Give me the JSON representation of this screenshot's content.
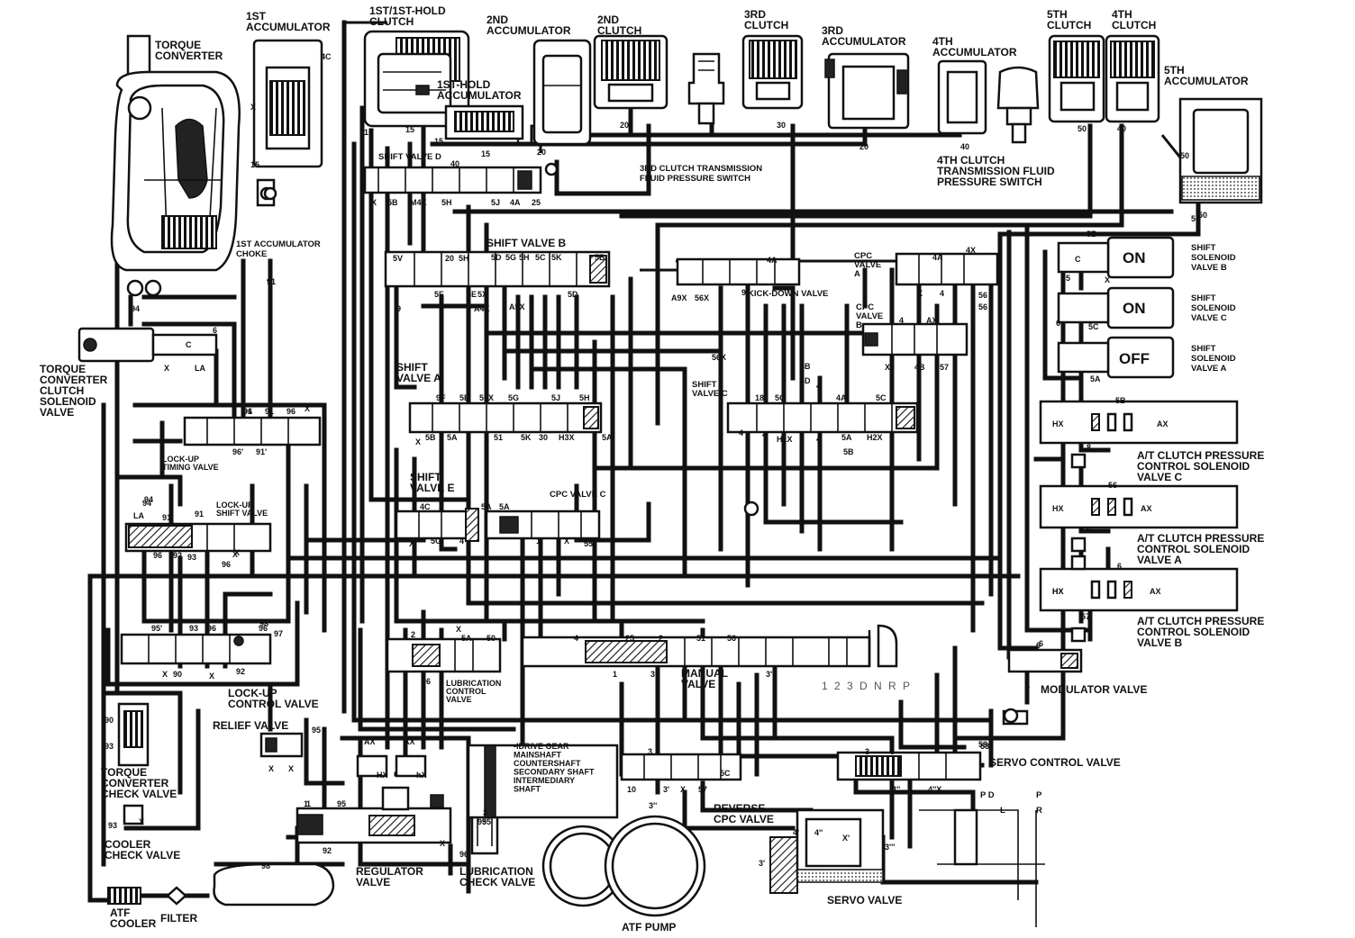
{
  "components": {
    "torque_converter": [
      "TORQUE",
      "CONVERTER"
    ],
    "first_accumulator": [
      "1ST",
      "ACCUMULATOR"
    ],
    "first_hold_clutch": [
      "1ST/1ST-HOLD",
      "CLUTCH"
    ],
    "second_accumulator": [
      "2ND",
      "ACCUMULATOR"
    ],
    "second_clutch": [
      "2ND",
      "CLUTCH"
    ],
    "third_clutch": [
      "3RD",
      "CLUTCH"
    ],
    "third_accumulator": [
      "3RD",
      "ACCUMULATOR"
    ],
    "fourth_accumulator": [
      "4TH",
      "ACCUMULATOR"
    ],
    "fifth_clutch": [
      "5TH",
      "CLUTCH"
    ],
    "fourth_clutch": [
      "4TH",
      "CLUTCH"
    ],
    "fifth_accumulator": [
      "5TH",
      "ACCUMULATOR"
    ],
    "first_hold_accumulator": [
      "1ST-HOLD",
      "ACCUMULATOR"
    ],
    "shift_valve_d": "SHIFT VALVE D",
    "third_clutch_pressure_switch": [
      "3RD CLUTCH TRANSMISSION",
      "FLUID PRESSURE SWITCH"
    ],
    "fourth_clutch_pressure_switch": [
      "4TH CLUTCH",
      "TRANSMISSION FLUID",
      "PRESSURE SWITCH"
    ],
    "first_accumulator_choke": [
      "1ST ACCUMULATOR",
      "CHOKE"
    ],
    "shift_valve_b": "SHIFT VALVE B",
    "kick_down_valve": "KICK-DOWN VALVE",
    "cpc_valve_a": [
      "CPC",
      "VALVE",
      "A"
    ],
    "cpc_valve_b": [
      "CPC",
      "VALVE",
      "B"
    ],
    "shift_valve_a": [
      "SHIFT",
      "VALVE A"
    ],
    "shift_valve_c": [
      "SHIFT",
      "VALVE C"
    ],
    "shift_valve_e": [
      "SHIFT",
      "VALVE E"
    ],
    "cpc_valve_c": "CPC VALVE C",
    "torque_converter_clutch_solenoid": [
      "TORQUE",
      "CONVERTER",
      "CLUTCH",
      "SOLENOID",
      "VALVE"
    ],
    "lock_up_timing_valve": [
      "LOCK-UP",
      "TIMING VALVE"
    ],
    "lock_up_shift_valve": [
      "LOCK-UP",
      "SHIFT VALVE"
    ],
    "lock_up_control_valve": [
      "LOCK-UP",
      "CONTROL VALVE"
    ],
    "relief_valve": "RELIEF VALVE",
    "torque_converter_check_valve": [
      "TORQUE",
      "CONVERTER",
      "CHECK VALVE"
    ],
    "cooler_check_valve": [
      "COOLER",
      "CHECK VALVE"
    ],
    "atf_cooler": [
      "ATF",
      "COOLER"
    ],
    "filter": "FILTER",
    "regulator_valve": [
      "REGULATOR",
      "VALVE"
    ],
    "lubrication_check_valve": [
      "LUBRICATION",
      "CHECK VALVE"
    ],
    "atf_pump": "ATF PUMP",
    "lubrication_control_valve": [
      "LUBRICATION",
      "CONTROL",
      "VALVE"
    ],
    "manual_valve": [
      "MANUAL",
      "VALVE"
    ],
    "reverse_cpc_valve": [
      "REVERSE",
      "CPC VALVE"
    ],
    "servo_control_valve": "SERVO CONTROL VALVE",
    "servo_valve": "SERVO VALVE",
    "modulator_valve": "MODULATOR VALVE",
    "shift_solenoid_b": [
      "SHIFT",
      "SOLENOID",
      "VALVE B"
    ],
    "shift_solenoid_c": [
      "SHIFT",
      "SOLENOID",
      "VALVE C"
    ],
    "shift_solenoid_a": [
      "SHIFT",
      "SOLENOID",
      "VALVE A"
    ],
    "atcps_c": [
      "A/T CLUTCH PRESSURE",
      "CONTROL SOLENOID",
      "VALVE C"
    ],
    "atcps_a": [
      "A/T CLUTCH PRESSURE",
      "CONTROL SOLENOID",
      "VALVE A"
    ],
    "atcps_b": [
      "A/T CLUTCH PRESSURE",
      "CONTROL SOLENOID",
      "VALVE B"
    ],
    "shafts": [
      "-IDRIVE GEAR",
      "MAINSHAFT",
      "COUNTERSHAFT",
      "SECONDARY SHAFT",
      "INTERMEDIARY",
      "SHAFT"
    ]
  },
  "solenoid_states": {
    "b": "ON",
    "c": "ON",
    "a": "OFF"
  },
  "selector": "1 2 3 D N R P",
  "selector_small": [
    "P D",
    "P",
    "L",
    "R"
  ],
  "ports": {
    "acc1": [
      "4C",
      "X",
      "15"
    ],
    "clutch1": [
      "10",
      "15"
    ],
    "acc1hold": [
      "15",
      "X",
      "15"
    ],
    "acc2": [
      "20"
    ],
    "clutch2": [
      "20"
    ],
    "clutch3": [
      "30"
    ],
    "acc3": [
      "20"
    ],
    "acc4": [
      "40"
    ],
    "clutch5": [
      "50"
    ],
    "clutch4": [
      "40"
    ],
    "acc5": [
      "50",
      "50"
    ],
    "svd": [
      "40",
      "X",
      "5B",
      "M4X",
      "5H",
      "5J",
      "4A",
      "25"
    ],
    "svb_top": [
      "5V",
      "20",
      "5H",
      "5D",
      "5G",
      "5H",
      "5C",
      "5K",
      "5B"
    ],
    "svb_bot": [
      "9",
      "5F",
      "5E",
      "5X",
      "A4X",
      "A5X",
      "5D"
    ],
    "kick": [
      "4A",
      "A9X",
      "56X",
      "9",
      "56X"
    ],
    "cpca": [
      "4A",
      "4X",
      "X",
      "4",
      "56"
    ],
    "cpcb": [
      "4",
      "AX",
      "X",
      "4B",
      "57"
    ],
    "sva": [
      "9F",
      "5E",
      "50X",
      "5G",
      "5J",
      "5H",
      "X",
      "5B",
      "5A",
      "51",
      "5K",
      "30",
      "H3X",
      "5A"
    ],
    "svc": [
      "18",
      "5C",
      "5D",
      "4A",
      "5C",
      "4B",
      "4",
      "H1X",
      "4",
      "4",
      "5A",
      "5B",
      "H2X",
      "8",
      "4"
    ],
    "sve": [
      "4C",
      "5A",
      "5A",
      "X",
      "5G",
      "4",
      "1",
      "X",
      "55"
    ],
    "tcc": [
      "94",
      "6",
      "C",
      "X",
      "LA"
    ],
    "lut": [
      "96",
      "91",
      "96",
      "X",
      "96'",
      "91'"
    ],
    "lus": [
      "94",
      "LA",
      "91'",
      "91",
      "91",
      "X",
      "96",
      "92",
      "93",
      "96",
      "X",
      "6"
    ],
    "luc": [
      "95'",
      "93",
      "96",
      "96",
      "97",
      "X",
      "90",
      "X",
      "92"
    ],
    "tccv": [
      "90",
      "93",
      "93",
      "X"
    ],
    "relief": [
      "95",
      "X",
      "X"
    ],
    "reg": [
      "1",
      "95",
      "92",
      "96",
      "X"
    ],
    "lubcv": [
      "3",
      "95'",
      "95"
    ],
    "hx": [
      "AX",
      "AX",
      "HX",
      "hX"
    ],
    "lubctl": [
      "2",
      "X",
      "5A",
      "50",
      "96"
    ],
    "manual": [
      "4",
      "25",
      "2",
      "51",
      "56",
      "1",
      "3",
      "3''"
    ],
    "rev": [
      "3",
      "10",
      "3'",
      "X",
      "57",
      "5C",
      "3''"
    ],
    "servoctl": [
      "3",
      "5",
      "58",
      "4''",
      "4''X"
    ],
    "servo": [
      "4'",
      "4''",
      "X'",
      "3'''",
      "3'"
    ],
    "sols": [
      "5B",
      "C",
      "5",
      "6",
      "5C",
      "5A",
      "X"
    ],
    "atc": [
      "5B",
      "HX",
      "HX",
      "AX",
      "8",
      "56",
      "HX",
      "AX",
      "8",
      "6",
      "HX",
      "AX",
      "57",
      "6"
    ],
    "mod": [
      "6",
      "1"
    ],
    "misc": [
      "98",
      "1",
      "94",
      "98",
      "91",
      "50",
      "56",
      "58"
    ]
  }
}
